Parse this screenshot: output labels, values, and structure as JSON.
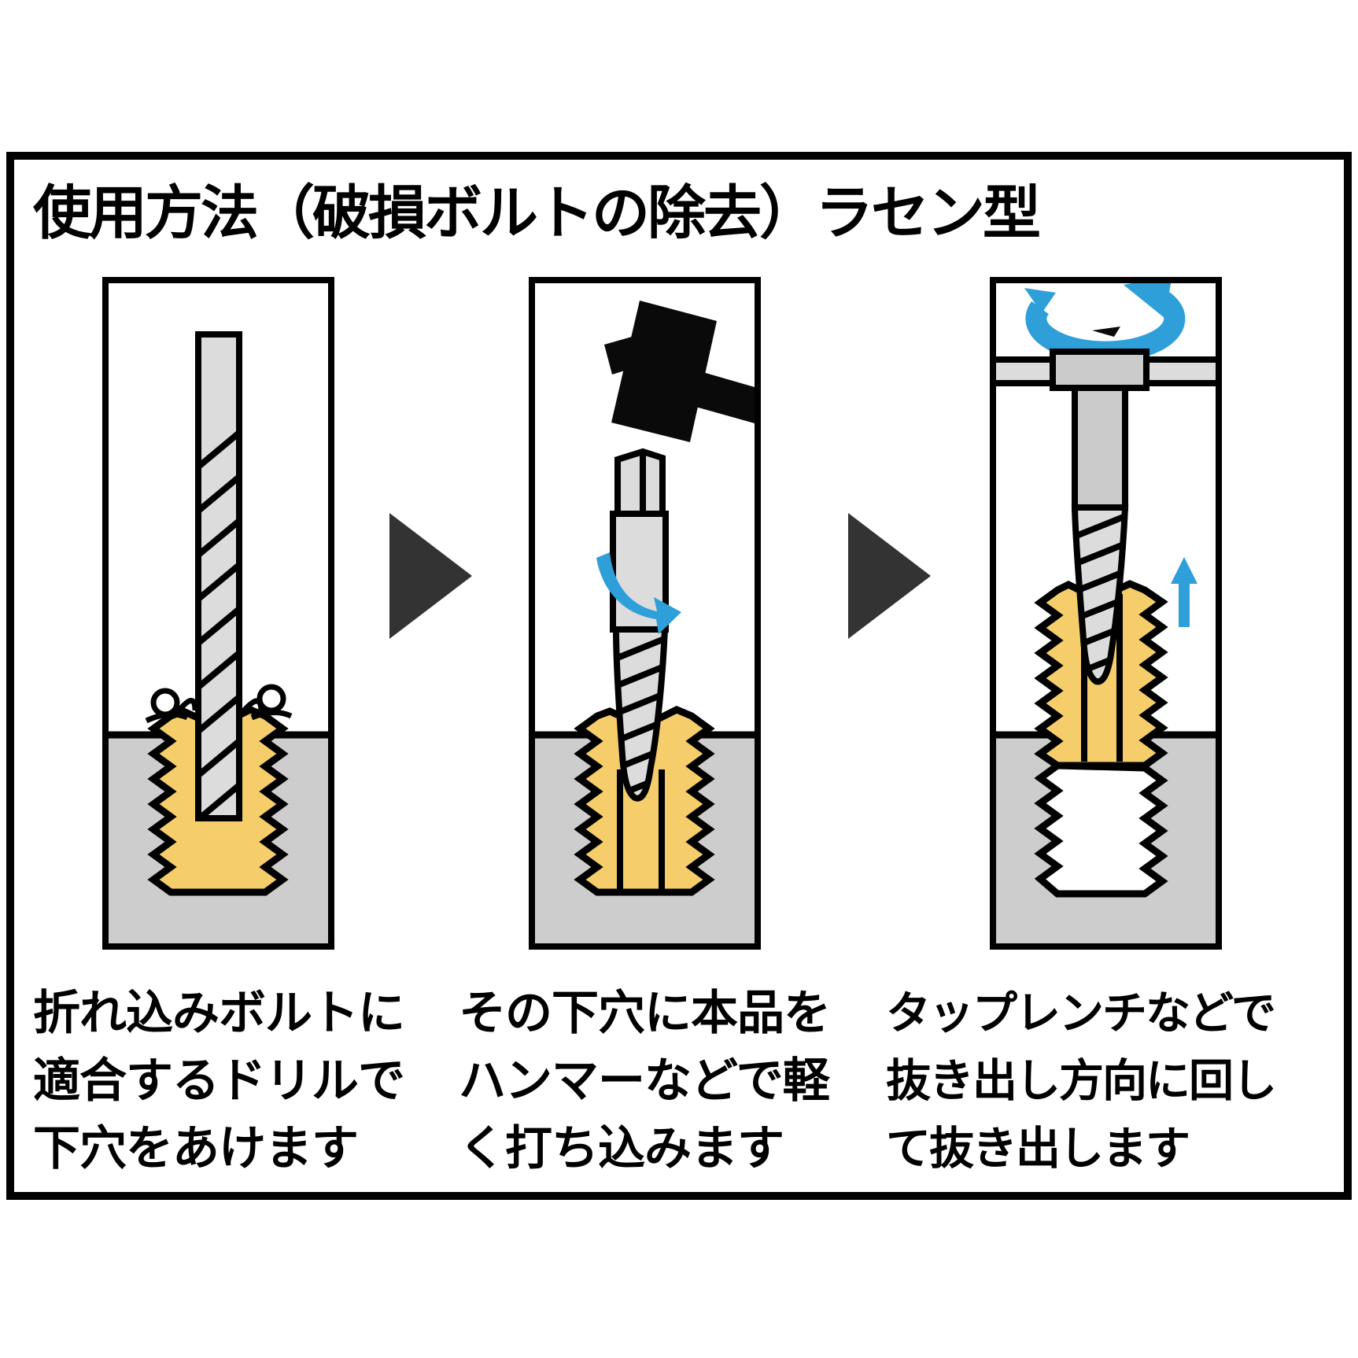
{
  "title": "使用方法（破損ボルトの除去）ラセン型",
  "colors": {
    "bolt_yellow": "#F6CD6B",
    "base_gray": "#CDCDCD",
    "tool_gray": "#DCDCDC",
    "tool_gray_dark": "#CBCBCB",
    "blue": "#2E9FD9",
    "dark_arrow": "#333333",
    "outline": "#000000"
  },
  "steps": [
    {
      "id": 1,
      "illustration": "drill-pilot-hole",
      "caption_lines": [
        "折れ込みボルトに",
        "適合するドリルで",
        "下穴をあけます"
      ]
    },
    {
      "id": 2,
      "illustration": "hammer-extractor-in",
      "caption_lines": [
        "その下穴に本品を",
        "ハンマーなどで軽",
        "く打ち込みます"
      ]
    },
    {
      "id": 3,
      "illustration": "tap-wrench-extract",
      "caption_lines": [
        "タップレンチなどで",
        "抜き出し方向に回し",
        "て抜き出します"
      ]
    }
  ],
  "icons": {
    "step_arrow": "right-triangle-arrow",
    "rotation_arrow": "counterclockwise-rotation",
    "pull_up_arrow": "up-arrow",
    "turn_arrow": "curved-turn-arrow"
  }
}
